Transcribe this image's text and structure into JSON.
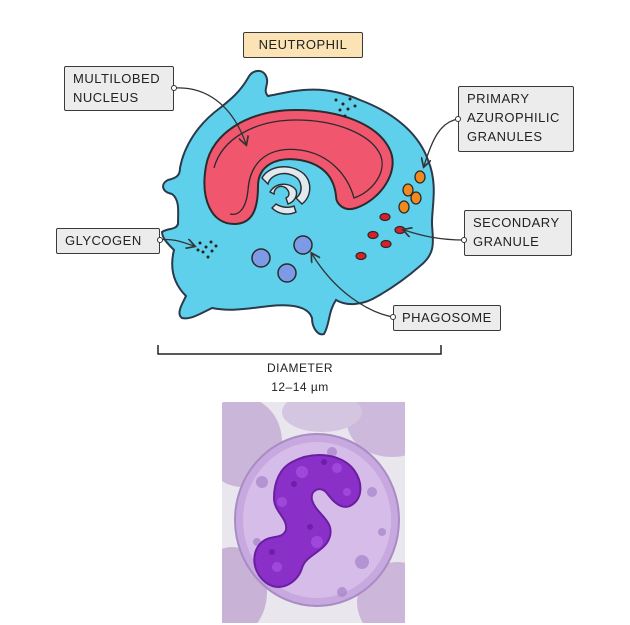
{
  "title": "NEUTROPHIL",
  "labels": {
    "multilobed_nucleus": "MULTILOBED\nNUCLEUS",
    "primary_granules": "PRIMARY\nAZUROPHILIC\nGRANULES",
    "glycogen": "GLYCOGEN",
    "secondary_granule": "SECONDARY\nGRANULE",
    "phagosome": "PHAGOSOME"
  },
  "diameter": {
    "label": "DIAMETER",
    "value": "12–14 µm"
  },
  "colors": {
    "cytoplasm": "#5fd0ec",
    "nucleus": "#f0566e",
    "primary_granule": "#f08a1e",
    "secondary_granule": "#d81f2a",
    "phagosome": "#7d9ae6",
    "golgi": "#dfe9ef",
    "title_bg": "#fbe3b5",
    "label_bg": "#ececec"
  }
}
